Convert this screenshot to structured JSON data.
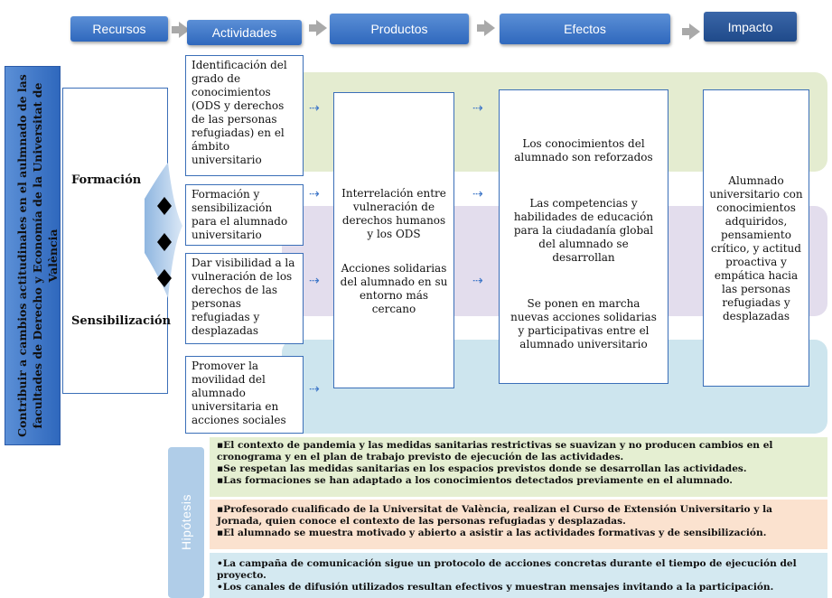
{
  "header": {
    "stages": [
      "Recursos",
      "Actividades",
      "Productos",
      "Efectos",
      "Impacto"
    ]
  },
  "left_title": "Contribuir a cambios actitudinales en el aulmnado de las facultades de Derecho y Economía de la Universitat de València",
  "sections": {
    "formacion": "Formación",
    "sensibilizacion": "Sensibilización"
  },
  "activities": [
    "Identificación del grado de conocimientos (ODS y derechos de las personas refugiadas) en el ámbito universitario",
    "Formación y sensibilización para el alumnado universitario",
    "Dar visibilidad a la vulneración de los derechos de las personas refugiadas y desplazadas",
    "Promover la movilidad del alumnado universitaria en acciones sociales"
  ],
  "products": {
    "p1": "Interrelación entre vulneración de derechos humanos y los ODS",
    "p2": "Acciones solidarias del alumnado en su entorno más cercano"
  },
  "effects": [
    "Los conocimientos del alumnado son reforzados",
    "Las competencias y habilidades de educación para la ciudadanía global del alumnado se desarrollan",
    "Se ponen en marcha nuevas acciones solidarias y participativas entre el alumnado universitario"
  ],
  "impact": "Alumnado universitario con conocimientos adquiridos, pensamiento crítico, y actitud proactiva y empática hacia las personas refugiadas y desplazadas",
  "arrow_glyph": "⇢",
  "hypothesis": {
    "label": "Hipótesis",
    "groups": [
      [
        "▪El contexto de pandemia y las medidas sanitarias restrictivas se suavizan y no producen cambios en el cronograma y en el plan de trabajo previsto de ejecución de las actividades.",
        "▪Se respetan las medidas sanitarias en los espacios previstos donde se desarrollan las actividades.",
        "▪Las formaciones se han adaptado a los conocimientos  detectados previamente en el alumnado."
      ],
      [
        "▪Profesorado cualificado de la Universitat de València, realizan el Curso de Extensión Universitario y la Jornada, quien conoce el contexto de las personas refugiadas y desplazadas.",
        "▪El alumnado se muestra motivado y abierto a asistir a las actividades formativas y de sensibilización."
      ],
      [
        "•La campaña de comunicación sigue un protocolo de acciones concretas durante el tiempo de ejecución del proyecto.",
        "•Los canales de difusión utilizados resultan efectivos y muestran mensajes invitando a la participación."
      ]
    ]
  },
  "colors": {
    "header_blue": "#3b72c4",
    "band_green": "#e4ecd0",
    "band_purple": "#e3dded",
    "band_blue": "#cde5ee",
    "hyp_green": "#e5efd2",
    "hyp_orange": "#fbe2cf",
    "hyp_blue": "#d4e9f1"
  }
}
